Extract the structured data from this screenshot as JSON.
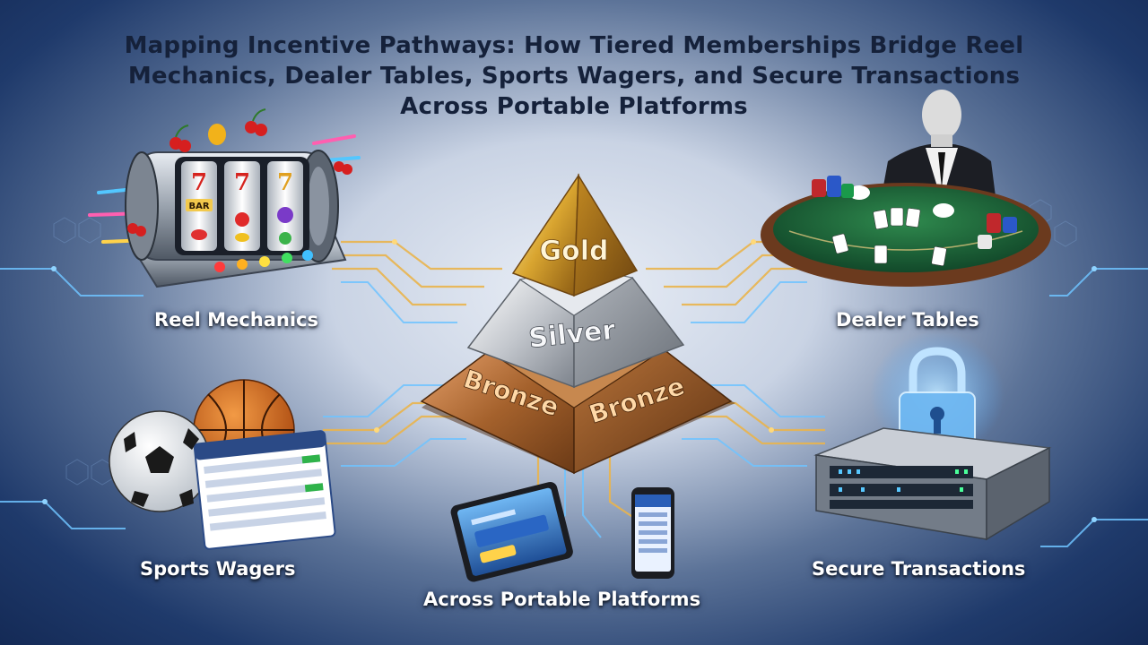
{
  "title": {
    "line1": "Mapping Incentive Pathways: How Tiered Memberships Bridge Reel",
    "line2": "Mechanics, Dealer Tables, Sports Wagers, and Secure Transactions",
    "line3": "Across Portable Platforms"
  },
  "tiers": {
    "gold": "Gold",
    "silver": "Silver",
    "bronze_left": "Bronze",
    "bronze_right": "Bronze"
  },
  "nodes": {
    "reel": "Reel Mechanics",
    "dealer": "Dealer Tables",
    "sports": "Sports Wagers",
    "secure": "Secure Transactions",
    "portable": "Across Portable Platforms"
  },
  "slot": {
    "symbol": "7",
    "bar": "BAR"
  },
  "colors": {
    "gold": "#e0b43c",
    "silver": "#c9cdd3",
    "bronze": "#a8642c",
    "circuit": "#e9b44c",
    "circuit_blue": "#6fc3ff",
    "felt": "#1f6b3a"
  }
}
